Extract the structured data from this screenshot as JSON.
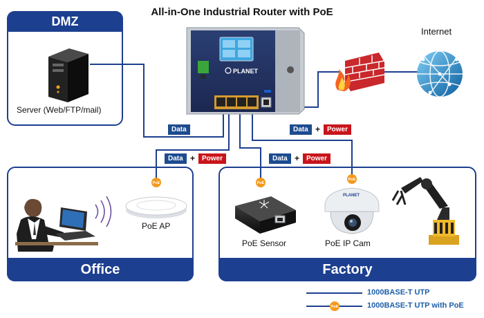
{
  "title": "All-in-One Industrial Router with PoE",
  "zones": {
    "dmz": "DMZ",
    "office": "Office",
    "factory": "Factory"
  },
  "devices": {
    "server": "Server (Web/FTP/mail)",
    "internet": "Internet",
    "poe_ap": "PoE AP",
    "poe_sensor": "PoE Sensor",
    "poe_ip_cam": "PoE IP Cam",
    "router_brand": "PLANET",
    "cam_brand": "PLANET"
  },
  "tags": {
    "data": "Data",
    "power": "Power",
    "plus": "+"
  },
  "poe_badge": "PoE",
  "legend": {
    "utp": "1000BASE-T UTP",
    "utp_poe": "1000BASE-T UTP with PoE"
  },
  "colors": {
    "line": "#1d3f8f",
    "zone": "#1d3f8f",
    "data_tag": "#1d4b8f",
    "power_tag": "#c8151b",
    "poe_badge": "#f39a1e"
  }
}
